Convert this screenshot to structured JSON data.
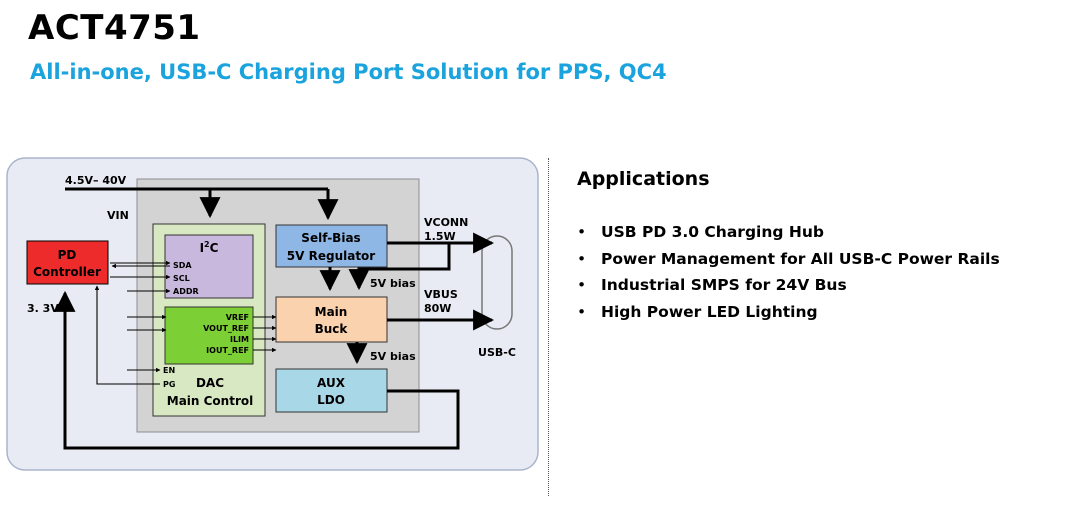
{
  "header": {
    "title": "ACT4751",
    "subtitle": "All-in-one, USB-C Charging Port Solution for PPS, QC4"
  },
  "diagram": {
    "input_voltage": "4.5V– 40V",
    "vin_label": "VIN",
    "pd_controller": {
      "line1": "PD",
      "line2": "Controller"
    },
    "supply_label": "3. 3V",
    "i2c": {
      "label_main": "I",
      "label_sup": "2",
      "label_end": "C"
    },
    "i2c_pins": [
      "SDA",
      "SCL",
      "ADDR"
    ],
    "dac_outputs": [
      "VREF",
      "VOUT_REF",
      "ILIM",
      "IOUT_REF"
    ],
    "control_pins": [
      "EN",
      "PG"
    ],
    "dac_block": {
      "line1": "DAC",
      "line2": "Main Control"
    },
    "self_bias": {
      "line1": "Self-Bias",
      "line2": "5V Regulator"
    },
    "main_buck": {
      "line1": "Main",
      "line2": "Buck"
    },
    "aux_ldo": {
      "line1": "AUX",
      "line2": "LDO"
    },
    "vconn": {
      "line1": "VCONN",
      "line2": "1.5W"
    },
    "vbus": {
      "line1": "VBUS",
      "line2": "80W"
    },
    "bias_top": "5V bias",
    "bias_bottom": "5V bias",
    "connector": "USB-C",
    "colors": {
      "pd_controller": "#ee2b2b",
      "i2c": "#c9b8de",
      "dac": "#7ccf35",
      "self_bias": "#8fb7e6",
      "main_buck": "#fbd2ae",
      "aux_ldo": "#a8d7e8",
      "dac_panel": "#d8e8c2",
      "chip": "#d3d3d3",
      "board": "#e8ebf4"
    }
  },
  "applications": {
    "title": "Applications",
    "items": [
      "USB PD 3.0 Charging Hub",
      "Power Management for All USB-C Power Rails",
      "Industrial SMPS for 24V Bus",
      "High Power LED Lighting"
    ]
  }
}
